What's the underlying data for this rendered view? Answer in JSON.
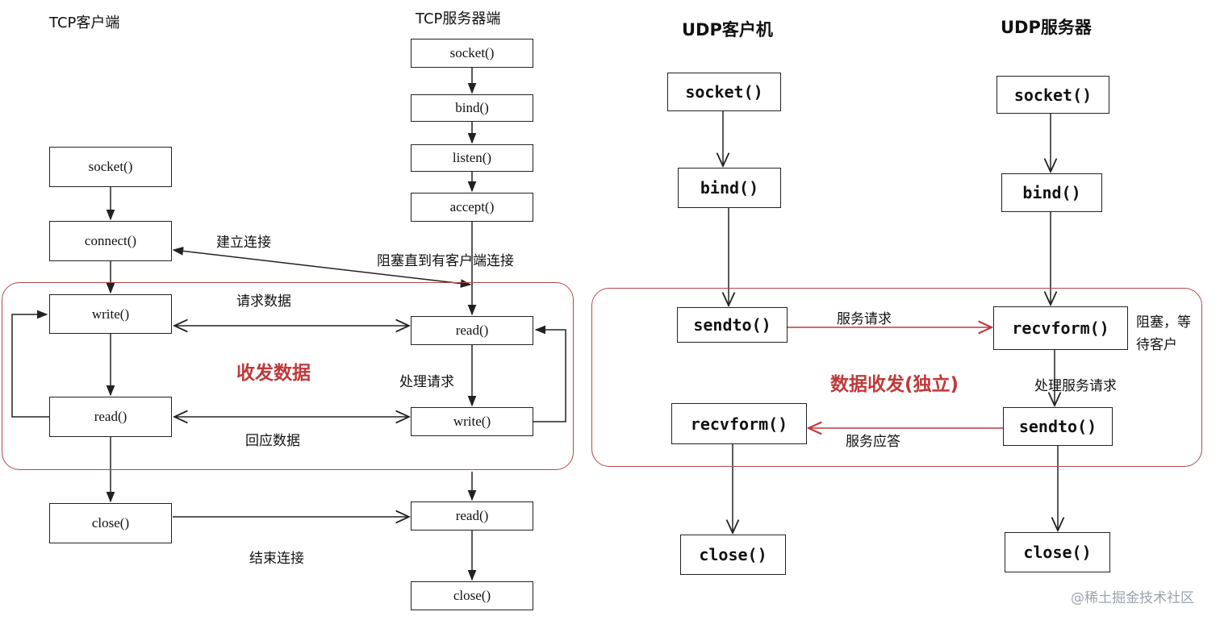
{
  "titles": {
    "tcp_client": "TCP客户端",
    "tcp_server": "TCP服务器端",
    "udp_client": "UDP客户机",
    "udp_server": "UDP服务器"
  },
  "tcp_client_boxes": {
    "socket": "socket()",
    "connect": "connect()",
    "write": "write()",
    "read": "read()",
    "close": "close()"
  },
  "tcp_server_boxes": {
    "socket": "socket()",
    "bind": "bind()",
    "listen": "listen()",
    "accept": "accept()",
    "read": "read()",
    "write": "write()",
    "read2": "read()",
    "close": "close()"
  },
  "udp_client_boxes": {
    "socket": "socket()",
    "bind": "bind()",
    "sendto": "sendto()",
    "recvform": "recvform()",
    "close": "close()"
  },
  "udp_server_boxes": {
    "socket": "socket()",
    "bind": "bind()",
    "recvform": "recvform()",
    "sendto": "sendto()",
    "close": "close()"
  },
  "tcp_labels": {
    "establish": "建立连接",
    "block_until": "阻塞直到有客户端连接",
    "request": "请求数据",
    "exchange": "收发数据",
    "process": "处理请求",
    "reply": "回应数据",
    "end": "结束连接"
  },
  "udp_labels": {
    "service_request": "服务请求",
    "block_line1": "阻塞，等",
    "block_line2": "待客户",
    "exchange": "数据收发(独立)",
    "process": "处理服务请求",
    "service_reply": "服务应答"
  },
  "watermark": "@稀土掘金技术社区",
  "colors": {
    "line": "#222222",
    "highlight": "#c0393a",
    "region_border": "#b7474a"
  }
}
